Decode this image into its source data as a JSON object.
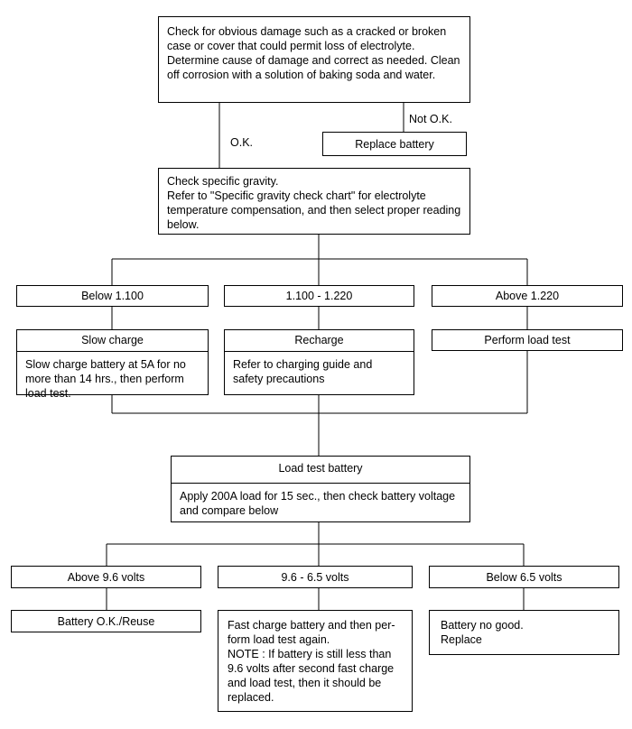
{
  "top": {
    "text": "Check for obvious damage such as a cracked or broken case or cover that could permit loss of electrolyte. Determine cause of damage and correct as needed. Clean off corrosion with a solution of baking soda and water."
  },
  "branch1": {
    "ok_label": "O.K.",
    "not_ok_label": "Not O.K.",
    "replace": "Replace battery"
  },
  "gravity": {
    "text": "Check specific gravity.\nRefer to \"Specific gravity check chart\" for electrolyte temperature compensation, and then select proper reading below."
  },
  "readings": [
    {
      "range": "Below 1.100",
      "action": "Slow charge",
      "detail": "Slow charge battery at 5A for no more than 14 hrs., then perform load test."
    },
    {
      "range": "1.100 - 1.220",
      "action": "Recharge",
      "detail": "Refer to charging guide and safety precautions"
    },
    {
      "range": "Above 1.220",
      "action": "Perform load test"
    }
  ],
  "load_test": {
    "title": "Load test battery",
    "detail": "Apply 200A load for 15 sec., then check battery voltage and compare below"
  },
  "voltages": [
    {
      "range": "Above 9.6 volts",
      "result": "Battery O.K./Reuse"
    },
    {
      "range": "9.6 - 6.5 volts",
      "result": "Fast charge battery and then per-form load test again.\nNOTE : If battery is still less than 9.6 volts after second fast charge and load test, then it should be replaced."
    },
    {
      "range": "Below 6.5 volts",
      "result": "Battery no good.\nReplace"
    }
  ]
}
